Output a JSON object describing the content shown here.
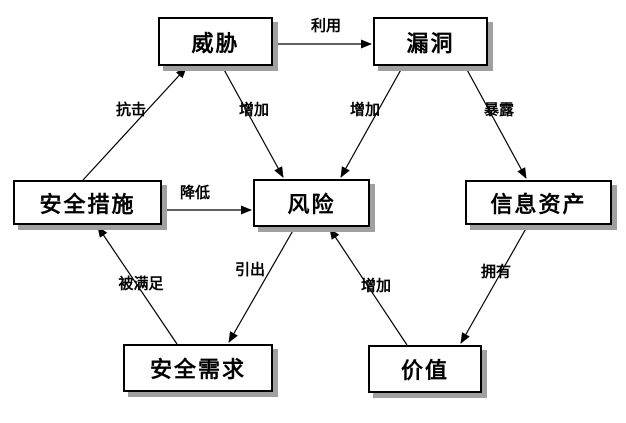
{
  "diagram": {
    "description": "Security risk relationship diagram (Chinese)",
    "nodes": [
      {
        "id": "threat",
        "label": "威胁"
      },
      {
        "id": "vulnerability",
        "label": "漏洞"
      },
      {
        "id": "security-measures",
        "label": "安全措施"
      },
      {
        "id": "risk",
        "label": "风险"
      },
      {
        "id": "information-assets",
        "label": "信息资产"
      },
      {
        "id": "security-requirements",
        "label": "安全需求"
      },
      {
        "id": "value",
        "label": "价值"
      }
    ],
    "edges": [
      {
        "from": "威胁",
        "to": "漏洞",
        "label": "利用"
      },
      {
        "from": "安全措施",
        "to": "威胁",
        "label": "抗击"
      },
      {
        "from": "威胁",
        "to": "风险",
        "label": "增加"
      },
      {
        "from": "漏洞",
        "to": "风险",
        "label": "增加"
      },
      {
        "from": "漏洞",
        "to": "信息资产",
        "label": "暴露"
      },
      {
        "from": "安全措施",
        "to": "风险",
        "label": "降低"
      },
      {
        "from": "安全需求",
        "to": "安全措施",
        "label": "被满足"
      },
      {
        "from": "风险",
        "to": "安全需求",
        "label": "引出"
      },
      {
        "from": "价值",
        "to": "风险",
        "label": "增加"
      },
      {
        "from": "信息资产",
        "to": "价值",
        "label": "拥有"
      }
    ],
    "colors": {
      "background": "#ffffff",
      "node_fill": "#ffffff",
      "node_border": "#000000",
      "node_shadow": "#a0a0a0",
      "line": "#000000",
      "text": "#000000"
    }
  }
}
